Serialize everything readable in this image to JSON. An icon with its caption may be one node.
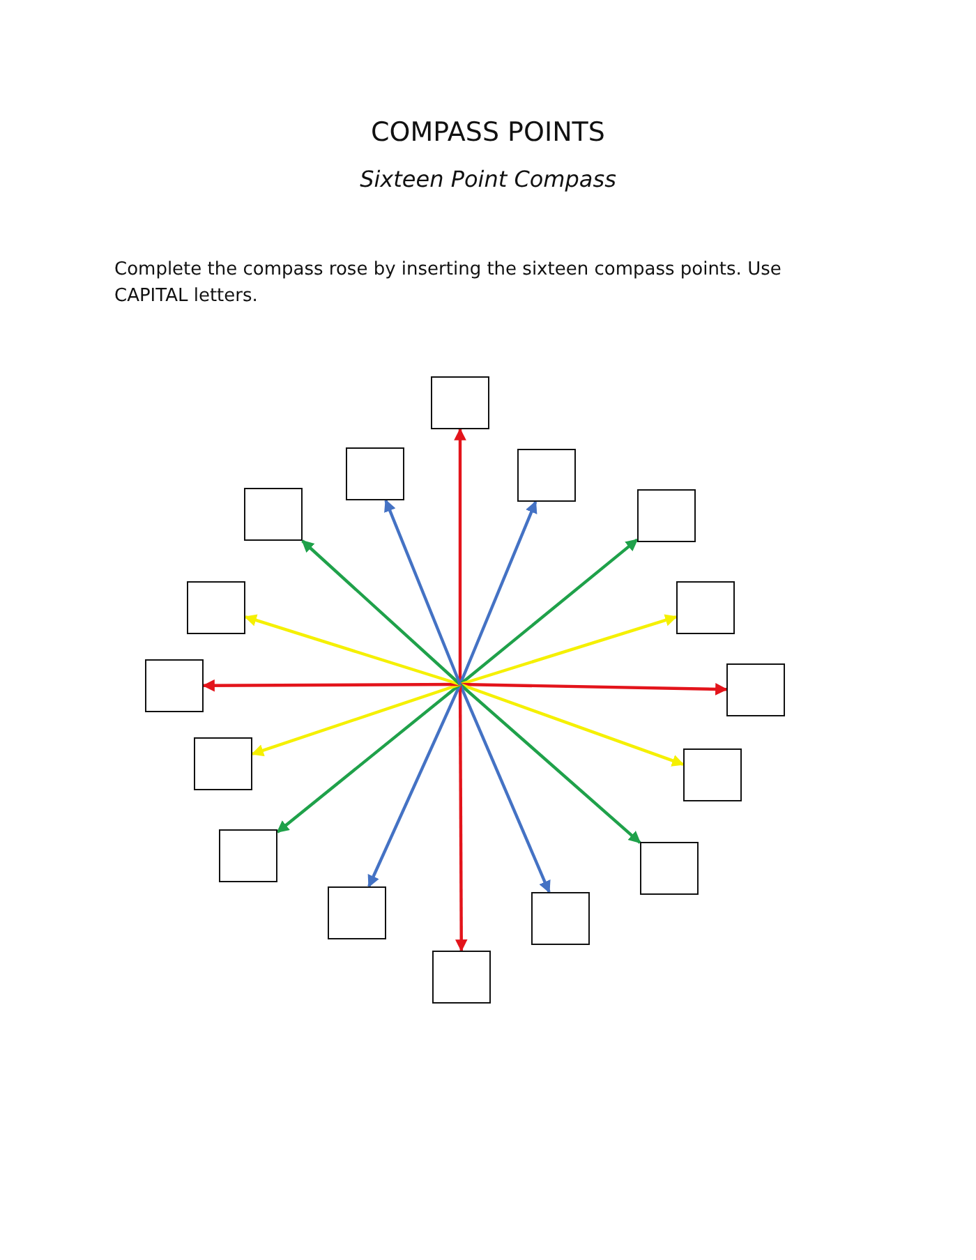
{
  "diagram": {
    "title": "COMPASS POINTS",
    "nodes": [
      {
        "text": [],
        "shape": "box"
      },
      {
        "text": [],
        "shape": "box"
      },
      {
        "text": [],
        "shape": "box"
      },
      {
        "text": [],
        "shape": "box"
      },
      {
        "text": [],
        "shape": "box"
      },
      {
        "text": [],
        "shape": "box"
      },
      {
        "text": [],
        "shape": "box"
      },
      {
        "text": [],
        "shape": "box"
      },
      {
        "text": [],
        "shape": "box"
      },
      {
        "text": [],
        "shape": "box"
      },
      {
        "text": [],
        "shape": "box"
      },
      {
        "text": [],
        "shape": "box"
      },
      {
        "text": [],
        "shape": "box"
      },
      {
        "text": [],
        "shape": "box"
      },
      {
        "text": [],
        "shape": "box"
      },
      {
        "text": [],
        "shape": "box"
      }
    ],
    "edges": [
      {
        "from": null,
        "to": 0,
        "arrow": "to",
        "color": "#e3141b"
      },
      {
        "from": null,
        "to": 2,
        "arrow": "to",
        "color": "#4472c4"
      },
      {
        "from": null,
        "to": 4,
        "arrow": "to",
        "color": "#1fa14a"
      },
      {
        "from": null,
        "to": 6,
        "arrow": "to",
        "color": "#f5f000"
      },
      {
        "from": null,
        "to": 8,
        "arrow": "to",
        "color": "#e3141b"
      },
      {
        "from": null,
        "to": 10,
        "arrow": "to",
        "color": "#f5f000"
      },
      {
        "from": null,
        "to": 12,
        "arrow": "to",
        "color": "#1fa14a"
      },
      {
        "from": null,
        "to": 14,
        "arrow": "to",
        "color": "#4472c4"
      },
      {
        "from": null,
        "to": 15,
        "arrow": "to",
        "color": "#e3141b"
      },
      {
        "from": null,
        "to": 13,
        "arrow": "to",
        "color": "#4472c4"
      },
      {
        "from": null,
        "to": 11,
        "arrow": "to",
        "color": "#1fa14a"
      },
      {
        "from": null,
        "to": 9,
        "arrow": "to",
        "color": "#f5f000"
      },
      {
        "from": null,
        "to": 7,
        "arrow": "to",
        "color": "#e3141b"
      },
      {
        "from": null,
        "to": 5,
        "arrow": "to",
        "color": "#f5f000"
      },
      {
        "from": null,
        "to": 3,
        "arrow": "to",
        "color": "#1fa14a"
      },
      {
        "from": null,
        "to": 1,
        "arrow": "to",
        "color": "#4472c4"
      }
    ],
    "labels": [
      "Sixteen Point Compass",
      "Complete the compass rose by inserting the sixteen compass points. Use CAPITAL letters."
    ]
  }
}
